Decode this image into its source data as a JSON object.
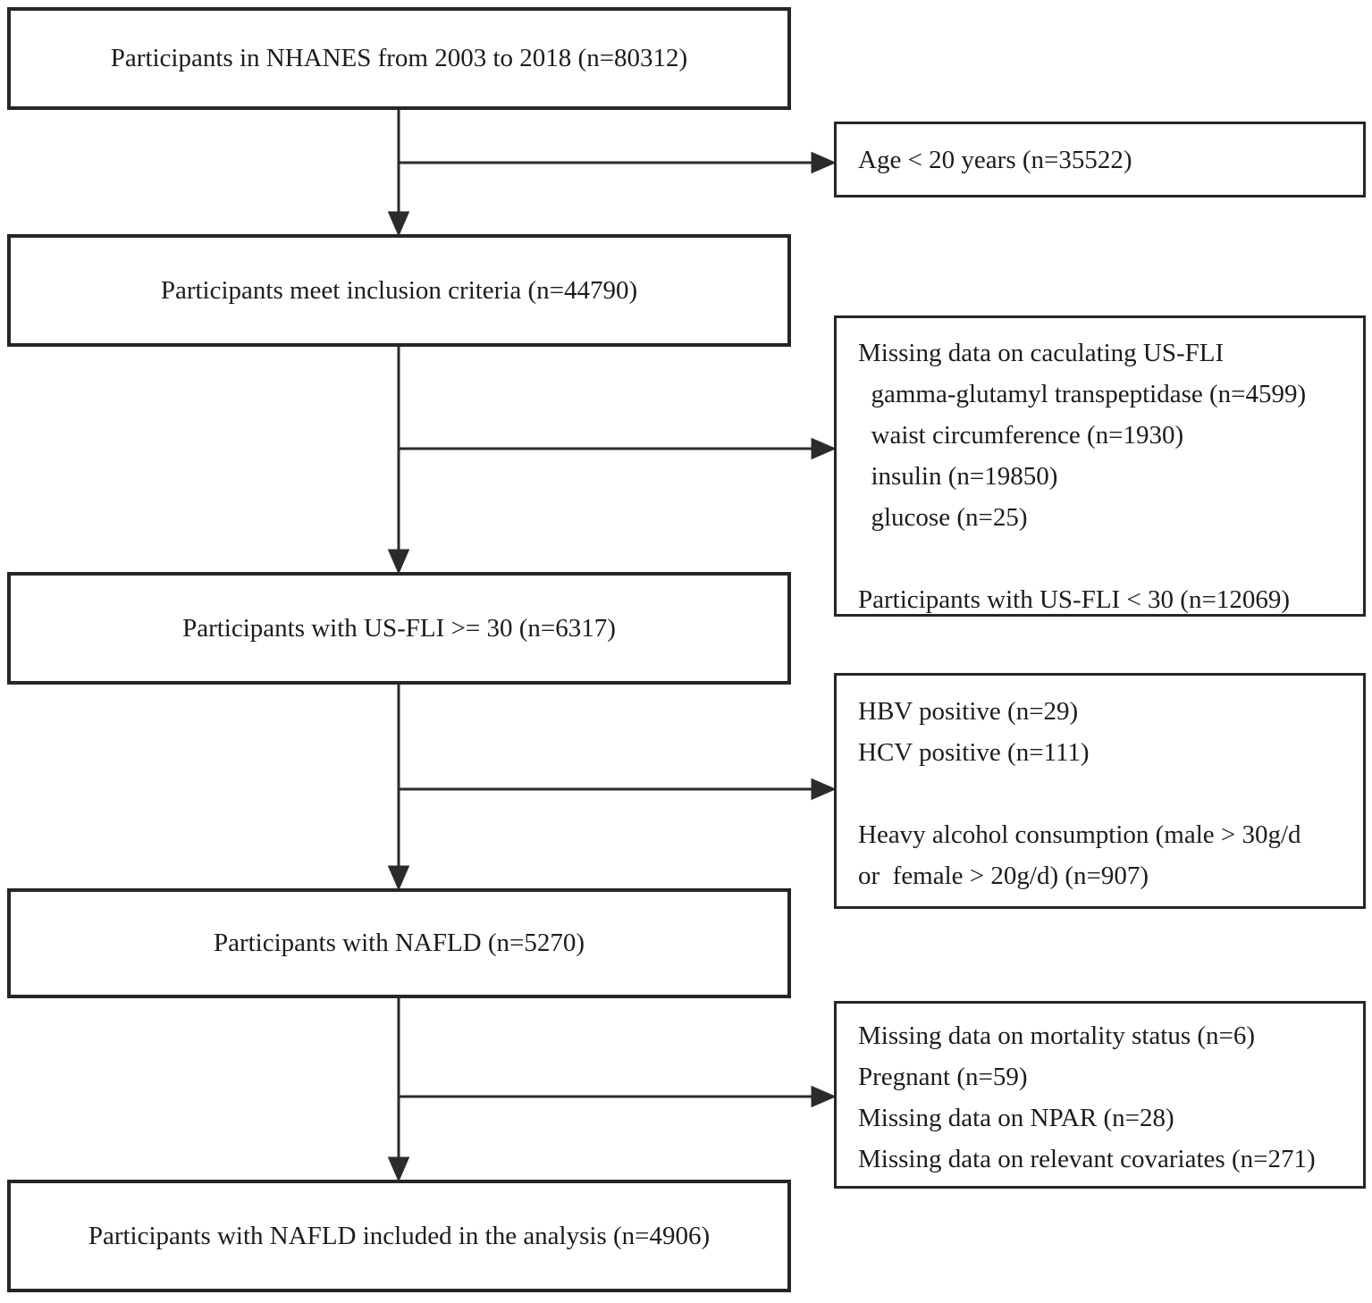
{
  "figure": {
    "background_color": "#ffffff",
    "line_color": "#2b2b2b",
    "description": "Participant selection flowchart, NHANES NAFLD study"
  },
  "main_boxes": [
    {
      "text": "Participants in NHANES from 2003 to 2018 (n=80312)"
    },
    {
      "text": "Participants meet inclusion criteria (n=44790)"
    },
    {
      "text": "Participants with US-FLI >= 30 (n=6317)"
    },
    {
      "text": "Participants with NAFLD (n=5270)"
    },
    {
      "text": "Participants with NAFLD included in the analysis (n=4906)"
    }
  ],
  "exclusion_boxes": [
    {
      "lines": [
        "Age < 20 years (n=35522)"
      ]
    },
    {
      "lines": [
        "Missing data on caculating US-FLI",
        "  gamma-glutamyl transpeptidase (n=4599)",
        "  waist circumference (n=1930)",
        "  insulin (n=19850)",
        "  glucose (n=25)",
        "",
        "Participants with US-FLI < 30 (n=12069)"
      ]
    },
    {
      "lines": [
        "HBV positive (n=29)",
        "HCV positive (n=111)",
        "",
        "Heavy alcohol consumption (male > 30g/d",
        "or  female > 20g/d) (n=907)"
      ]
    },
    {
      "lines": [
        "Missing data on mortality status (n=6)",
        "Pregnant (n=59)",
        "Missing data on NPAR (n=28)",
        "Missing data on relevant covariates (n=271)"
      ]
    }
  ]
}
